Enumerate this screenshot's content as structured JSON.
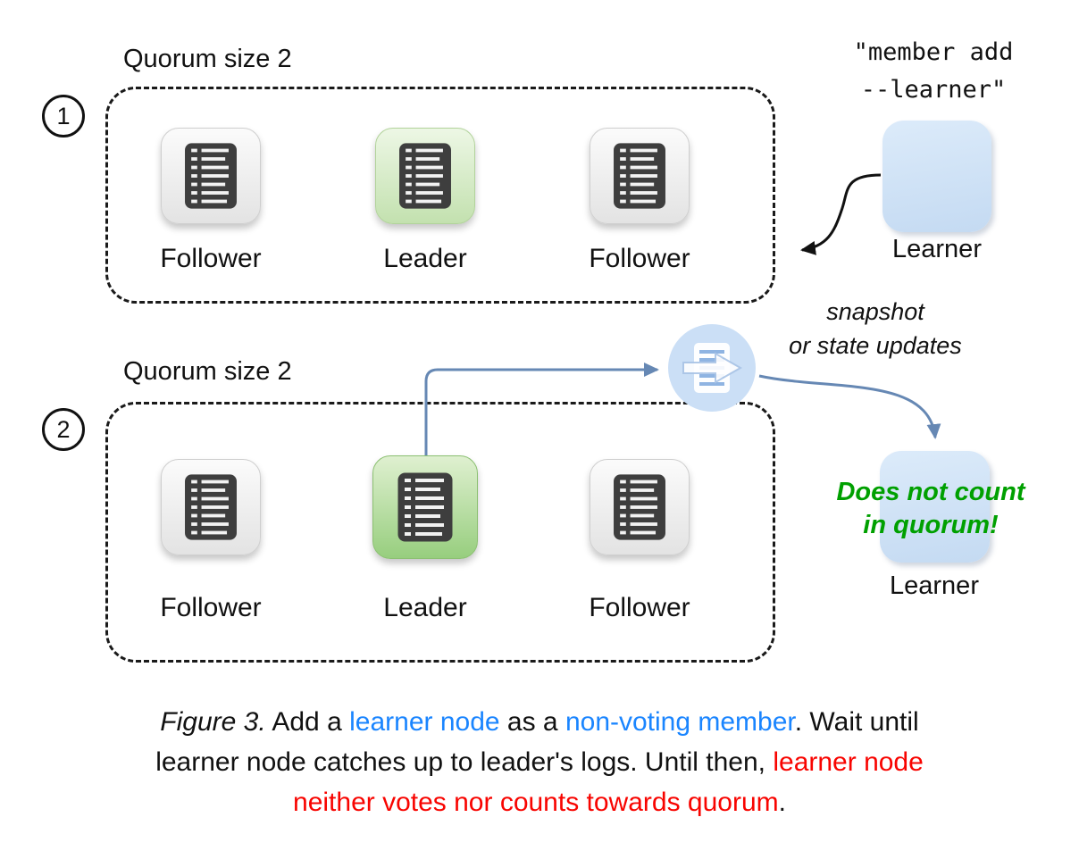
{
  "colors": {
    "text-blue": "#1a85ff",
    "text-red": "#f80400",
    "text-green": "#00a000",
    "arrow-blue": "#6688b4",
    "arrow-black": "#111111",
    "learner-fill": "#cfe2f6",
    "node-icon-dark": "#3e3e3e",
    "leader-green": "#aede8f"
  },
  "section1": {
    "step": "1",
    "quorum_label": "Quorum size 2",
    "nodes": [
      {
        "label": "Follower"
      },
      {
        "label": "Leader"
      },
      {
        "label": "Follower"
      }
    ],
    "command": {
      "line1": "\"member add",
      "line2": "--learner\""
    },
    "learner_label": "Learner"
  },
  "section2": {
    "step": "2",
    "quorum_label": "Quorum size 2",
    "nodes": [
      {
        "label": "Follower"
      },
      {
        "label": "Leader"
      },
      {
        "label": "Follower"
      }
    ],
    "snapshot": {
      "line1": "snapshot",
      "line2": "or state updates"
    },
    "learner_note": {
      "line1": "Does not count",
      "line2": "in quorum!"
    },
    "learner_label": "Learner"
  },
  "caption": {
    "line1": {
      "fig": "Figure 3.",
      "t1": " Add a ",
      "b1": "learner node",
      "t2": " as a ",
      "b2": "non-voting member",
      "t3": ". Wait until"
    },
    "line2": {
      "t1": "learner node catches up to leader's logs. Until then, ",
      "r1": "learner node"
    },
    "line3": {
      "r1": "neither votes nor counts towards quorum",
      "t1": "."
    }
  }
}
